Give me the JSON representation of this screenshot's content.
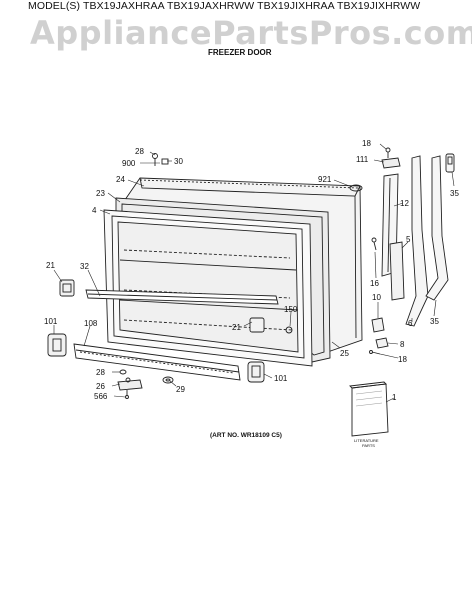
{
  "header": {
    "models": "MODEL(S) TBX19JAXHRAA  TBX19JAXHRWW  TBX19JIXHRAA  TBX19JIXHRWW",
    "watermark": "AppliancePartsPros.com",
    "section_title": "FREEZER DOOR"
  },
  "art_number": "(ART NO. WR18109 C5)",
  "literature_label": [
    "LITERATURE",
    "PARTS"
  ],
  "callouts": {
    "c28a": "28",
    "c30": "30",
    "c900": "900",
    "c24": "24",
    "c23": "23",
    "c4": "4",
    "c32": "32",
    "c21a": "21",
    "c101a": "101",
    "c108": "108",
    "c28b": "28",
    "c26": "26",
    "c566": "566",
    "c29": "29",
    "c101b": "101",
    "c21b": "21",
    "c150": "150",
    "c25": "25",
    "c921": "921",
    "c18a": "18",
    "c111": "111",
    "c12": "12",
    "c35a": "35",
    "c5": "5",
    "c16": "16",
    "c10": "10",
    "c6": "6",
    "c35b": "35",
    "c8": "8",
    "c18b": "18",
    "c1": "1"
  }
}
